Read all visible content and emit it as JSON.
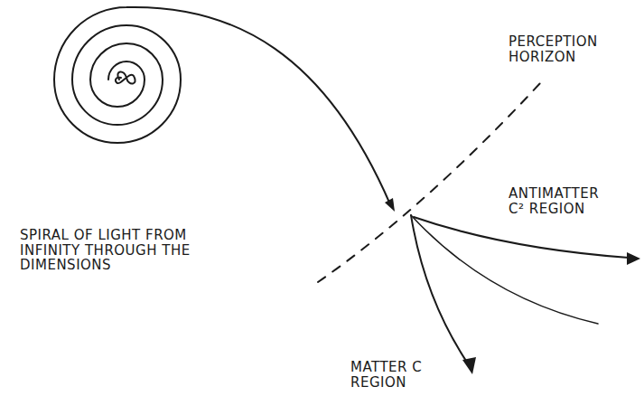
{
  "diagram": {
    "labels": [
      "PERCEPTION HORIZON",
      "ANTIMATTER C² REGION",
      "SPIRAL OF LIGHT FROM INFINITY THROUGH THE DIMENSIONS",
      "MATTER C REGION"
    ]
  }
}
